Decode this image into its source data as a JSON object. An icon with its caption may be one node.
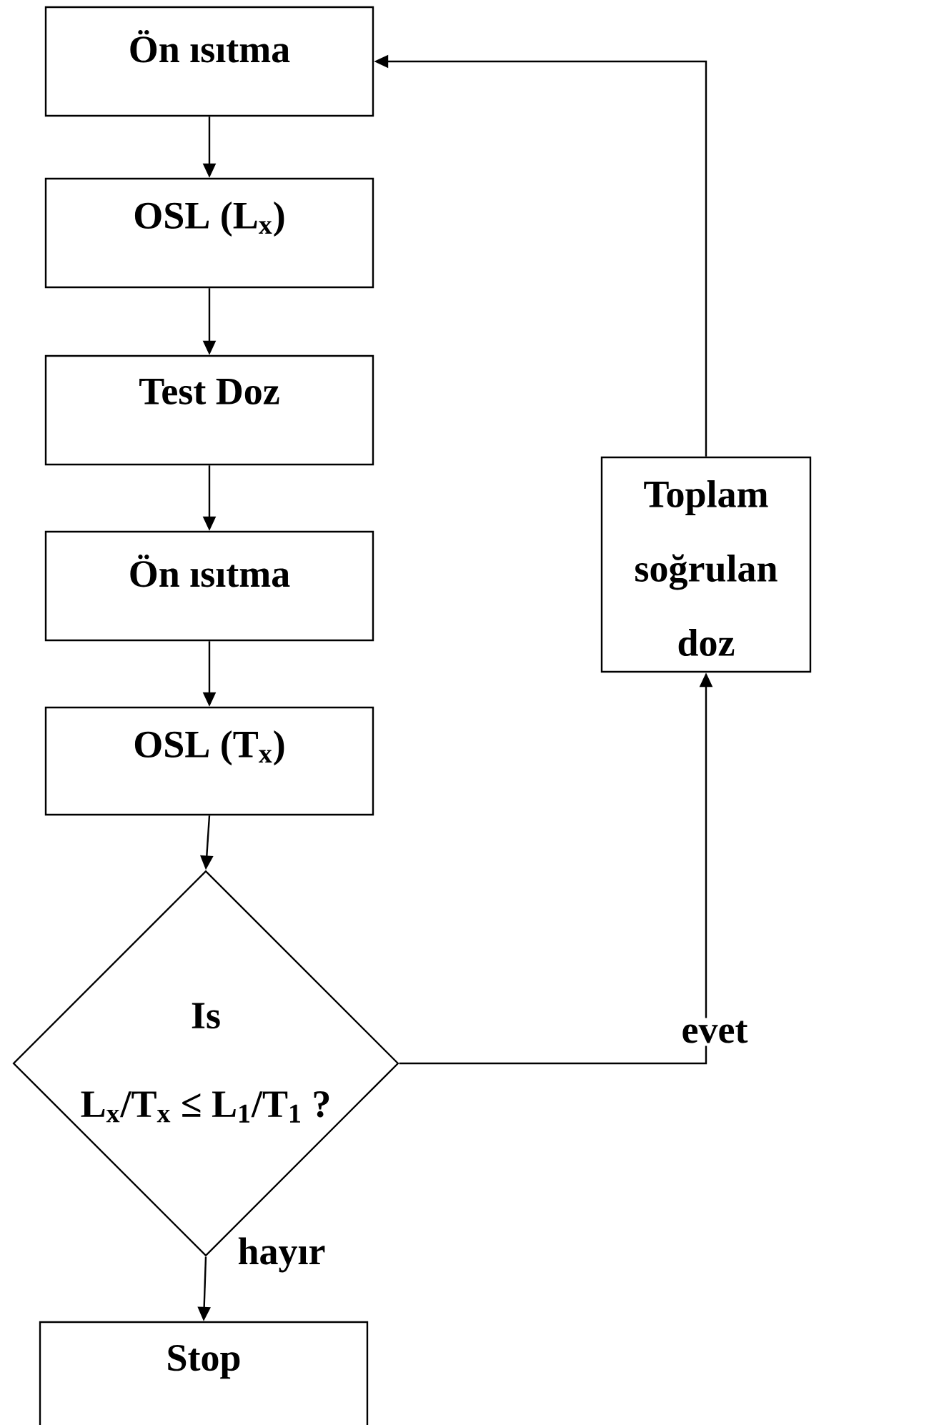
{
  "diagram": {
    "nodes": [
      {
        "text": [
          "Ön ısıtma"
        ]
      },
      {
        "text": [
          "OSL (L$_{x}$)"
        ]
      },
      {
        "text": [
          "Test Doz"
        ]
      },
      {
        "text": [
          "Ön ısıtma"
        ]
      },
      {
        "text": [
          "OSL (T$_{x}$)"
        ]
      },
      {
        "text": [
          "Is",
          "L$_{x}$/T$_{x}$ ≤ L$_{1}$/T$_{1}$ ?"
        ]
      },
      {
        "text": [
          "Stop"
        ]
      },
      {
        "text": [
          "Toplam soğrulan doz"
        ]
      }
    ],
    "edges": [
      {
        "from": 0,
        "to": 1,
        "arrow": "to"
      },
      {
        "from": 1,
        "to": 2,
        "arrow": "to"
      },
      {
        "from": 2,
        "to": 3,
        "arrow": "to"
      },
      {
        "from": 3,
        "to": 4,
        "arrow": "to"
      },
      {
        "from": 4,
        "to": 5,
        "arrow": "to"
      },
      {
        "from": 5,
        "to": 7,
        "arrow": "to",
        "label": "evet"
      },
      {
        "from": 7,
        "to": 0,
        "arrow": "to"
      },
      {
        "from": 5,
        "to": 6,
        "arrow": "to",
        "label": "hayır"
      }
    ]
  }
}
